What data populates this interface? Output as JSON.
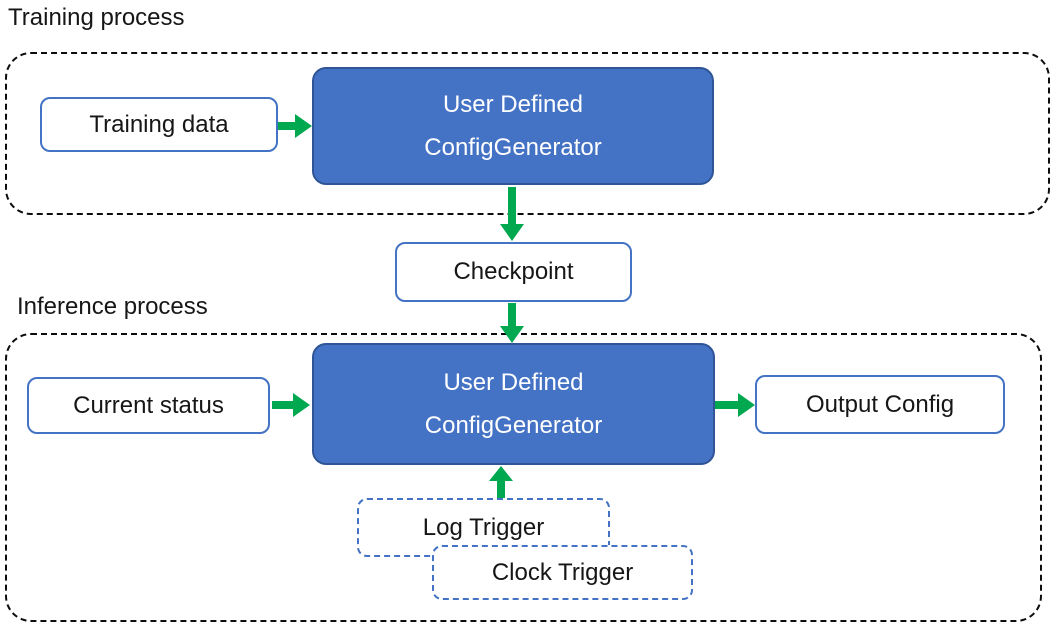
{
  "colors": {
    "accent_blue_fill": "#4472C4",
    "accent_blue_border": "#2F5597",
    "box_border_blue": "#4472C4",
    "arrow_green": "#00A850",
    "dash_black": "#0d0d0d",
    "text_dark": "#161616",
    "text_light": "#ffffff"
  },
  "training": {
    "label": "Training process",
    "input_box": "Training data",
    "generator_line1": "User Defined",
    "generator_line2": "ConfigGenerator"
  },
  "checkpoint": {
    "label": "Checkpoint"
  },
  "inference": {
    "label": "Inference process",
    "input_box": "Current status",
    "generator_line1": "User Defined",
    "generator_line2": "ConfigGenerator",
    "output_box": "Output Config",
    "log_trigger": "Log Trigger",
    "clock_trigger": "Clock Trigger"
  }
}
